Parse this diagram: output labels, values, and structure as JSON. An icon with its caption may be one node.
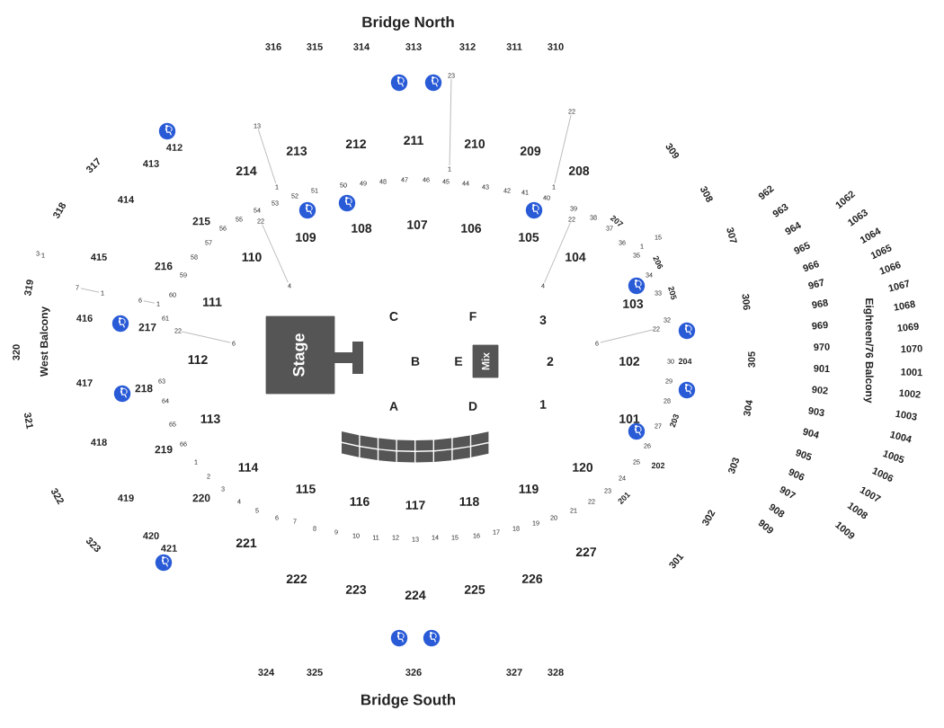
{
  "diagram": {
    "title": "Bridge North",
    "nodes": [
      {
        "text": [
          "Stage"
        ]
      },
      {
        "text": [
          "Mix"
        ]
      }
    ],
    "edges": [],
    "labels": [
      "316",
      "315",
      "314",
      "313",
      "312",
      "311",
      "310",
      "309",
      "308",
      "307",
      "306",
      "305",
      "304",
      "303",
      "302",
      "301",
      "324",
      "325",
      "326",
      "327",
      "328",
      "317",
      "318",
      "319",
      "320",
      "321",
      "322",
      "323",
      "West Balcony",
      "Eighteen/76 Balcony",
      "412",
      "413",
      "414",
      "415",
      "416",
      "417",
      "418",
      "419",
      "420",
      "421",
      "962",
      "963",
      "964",
      "965",
      "966",
      "967",
      "968",
      "969",
      "970",
      "901",
      "902",
      "903",
      "904",
      "905",
      "906",
      "907",
      "908",
      "909",
      "1062",
      "1063",
      "1064",
      "1065",
      "1066",
      "1067",
      "1068",
      "1069",
      "1070",
      "1001",
      "1002",
      "1003",
      "1004",
      "1005",
      "1006",
      "1007",
      "1008",
      "1009",
      "213",
      "212",
      "211",
      "210",
      "209",
      "214",
      "208",
      "221",
      "222",
      "223",
      "224",
      "225",
      "226",
      "227",
      "215",
      "216",
      "217",
      "218",
      "219",
      "220",
      "207",
      "206",
      "205",
      "204",
      "203",
      "202",
      "201",
      "109",
      "108",
      "107",
      "106",
      "105",
      "104",
      "103",
      "102",
      "101",
      "120",
      "119",
      "118",
      "117",
      "116",
      "115",
      "114",
      "113",
      "112",
      "111",
      "110",
      "C",
      "F",
      "3",
      "B",
      "E",
      "2",
      "A",
      "D",
      "1",
      "Bridge South",
      "51",
      "50",
      "49",
      "48",
      "47",
      "46",
      "45",
      "44",
      "43",
      "42",
      "41",
      "40",
      "39",
      "38",
      "37",
      "36",
      "35",
      "34",
      "33",
      "32",
      "30",
      "29",
      "28",
      "27",
      "26",
      "25",
      "52",
      "53",
      "54",
      "55",
      "56",
      "57",
      "58",
      "59",
      "60",
      "61",
      "63",
      "64",
      "65",
      "66",
      "1",
      "2",
      "3",
      "4",
      "5",
      "6",
      "7",
      "8",
      "9",
      "10",
      "11",
      "12",
      "13",
      "14",
      "15",
      "16",
      "17",
      "18",
      "19",
      "20",
      "21",
      "22",
      "23",
      "24",
      "13",
      "1",
      "22",
      "4",
      "23",
      "1",
      "22",
      "1",
      "22",
      "4",
      "22",
      "6",
      "22",
      "6",
      "7",
      "1",
      "6",
      "1",
      "3",
      "1",
      "15",
      "1"
    ]
  }
}
